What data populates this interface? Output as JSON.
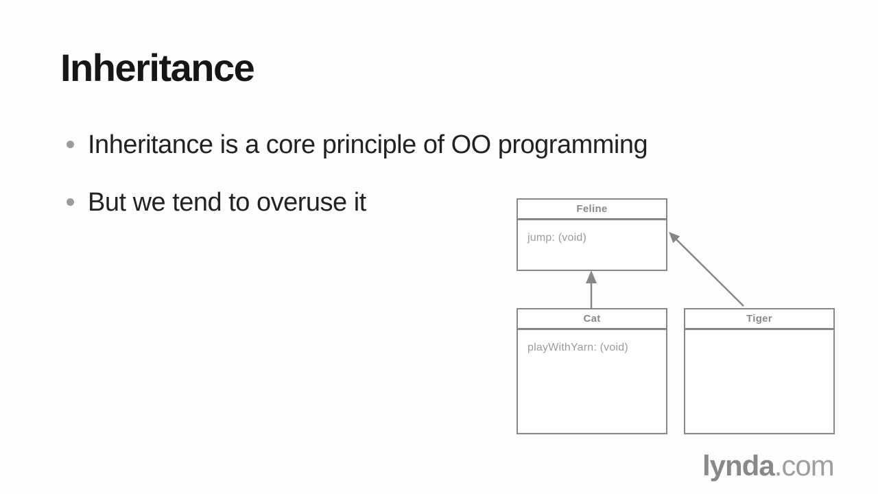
{
  "slide": {
    "title": "Inheritance",
    "bullets": [
      "Inheritance is a core principle of OO programming",
      "But we tend to overuse it"
    ]
  },
  "diagram": {
    "type": "uml-class-inheritance",
    "classes": [
      {
        "name": "Feline",
        "members": [
          "jump: (void)"
        ]
      },
      {
        "name": "Cat",
        "members": [
          "playWithYarn: (void)"
        ]
      },
      {
        "name": "Tiger",
        "members": []
      }
    ],
    "relations": [
      {
        "from": "Cat",
        "to": "Feline",
        "type": "inherits"
      },
      {
        "from": "Tiger",
        "to": "Feline",
        "type": "inherits"
      }
    ]
  },
  "branding": {
    "logo_primary": "lynda",
    "logo_suffix": ".com"
  },
  "colors": {
    "background": "#fdfdfd",
    "title_text": "#161616",
    "body_text": "#222222",
    "diagram_gray": "#878787",
    "member_text": "#9b9b9b",
    "logo_gray": "#888888"
  }
}
